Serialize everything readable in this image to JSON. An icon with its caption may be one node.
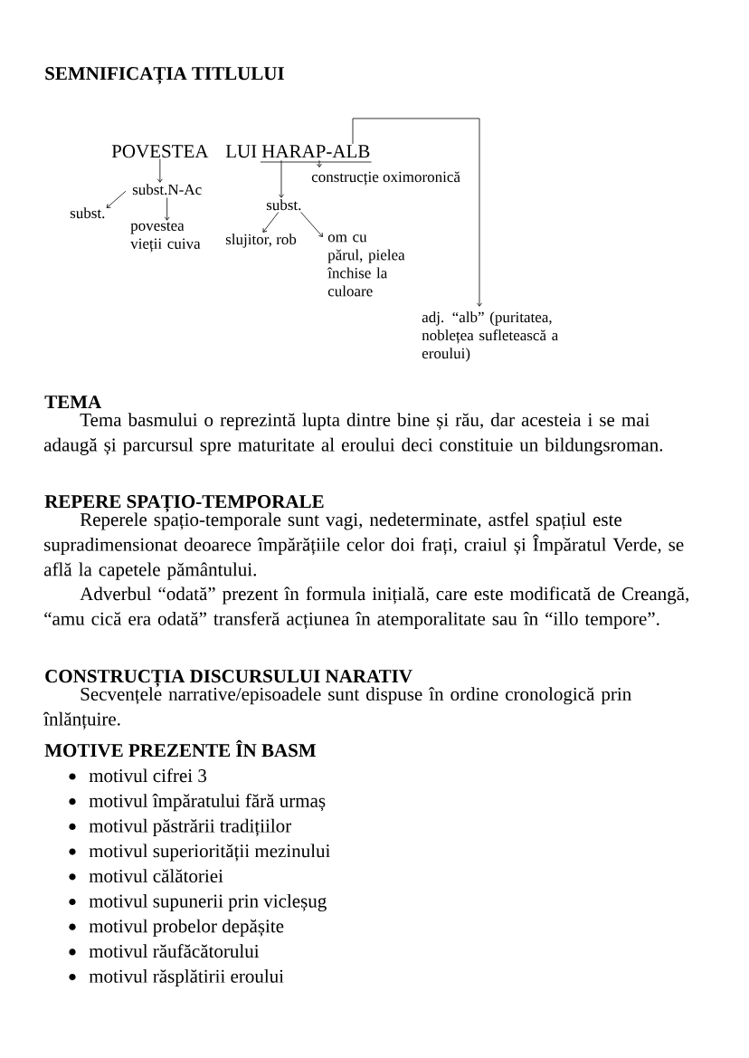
{
  "diagram": {
    "title": "SEMNIFICAȚIA TITLULUI",
    "nodes": [
      {
        "text": [
          "POVESTEA"
        ]
      },
      {
        "text": [
          "HARAP-ALB"
        ]
      },
      {
        "text": [
          "subst.N-Ac"
        ]
      },
      {
        "text": [
          "subst."
        ]
      },
      {
        "text": [
          "povestea vieții cuiva"
        ]
      },
      {
        "text": [
          "construcție oximoronică"
        ]
      },
      {
        "text": [
          "subst."
        ]
      },
      {
        "text": [
          "slujitor, rob"
        ]
      },
      {
        "text": [
          "om cu părul, pielea închise la culoare"
        ]
      },
      {
        "text": [
          "adj. “alb” (puritatea, noblețea sufletească a eroului)"
        ]
      }
    ],
    "edges": [
      {
        "from": 0,
        "to": 2,
        "arrow": "to"
      },
      {
        "from": 2,
        "to": 3,
        "arrow": "to"
      },
      {
        "from": 2,
        "to": 4,
        "arrow": "to"
      },
      {
        "from": 1,
        "to": 5,
        "arrow": "to"
      },
      {
        "from": 1,
        "to": 6,
        "arrow": "to"
      },
      {
        "from": 6,
        "to": 7,
        "arrow": "to"
      },
      {
        "from": 6,
        "to": 8,
        "arrow": "to"
      },
      {
        "from": 1,
        "to": 9,
        "arrow": "to"
      }
    ],
    "labels": [
      "LUI",
      "TEMA",
      "Tema basmului o reprezintă lupta dintre bine și rău, dar acesteia i se mai adaugă și parcursul spre maturitate al eroului deci constituie un bildungsroman.",
      "REPERE SPAȚIO-TEMPORALE",
      "Reperele spațio-temporale sunt vagi, nedeterminate, astfel spațiul este supradimensionat deoarece împărățiile celor doi frați, craiul și Împăratul Verde, se află la capetele pământului.",
      "Adverbul “odată” prezent în formula inițială, care este modificată de Creangă, “amu cică era odată” transferă acțiunea în atemporalitate sau în “illo tempore”.",
      "CONSTRUCȚIA DISCURSULUI NARATIV",
      "Secvențele narrative/episoadele sunt dispuse în ordine cronologică prin înlănțuire.",
      "MOTIVE PREZENTE ÎN BASM",
      "motivul cifrei 3",
      "motivul împăratului fără urmaș",
      "motivul păstrării tradițiilor",
      "motivul superiorității mezinului",
      "motivul călătoriei",
      "motivul supunerii prin vicleșug",
      "motivul probelor depășite",
      "motivul răufăcătorului",
      "motivul răsplătirii eroului"
    ]
  }
}
